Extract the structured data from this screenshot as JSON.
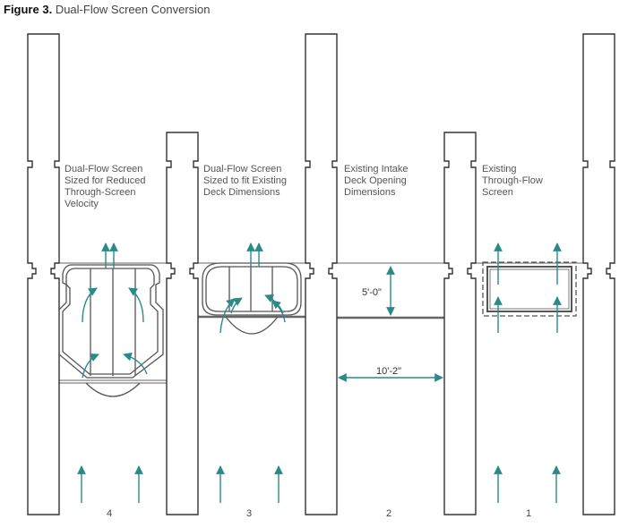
{
  "figure": {
    "label": "Figure 3.",
    "title": "Dual-Flow Screen Conversion"
  },
  "panels": [
    {
      "number": "4",
      "label_lines": [
        "Dual-Flow Screen",
        "Sized for Reduced",
        "Through-Screen",
        "Velocity"
      ]
    },
    {
      "number": "3",
      "label_lines": [
        "Dual-Flow Screen",
        "Sized to fit Existing",
        "Deck Dimensions"
      ]
    },
    {
      "number": "2",
      "label_lines": [
        "Existing Intake",
        "Deck Opening",
        "Dimensions"
      ]
    },
    {
      "number": "1",
      "label_lines": [
        "Existing",
        "Through-Flow",
        "Screen"
      ]
    }
  ],
  "dimensions": {
    "height": "5'-0\"",
    "width": "10'-2\""
  },
  "colors": {
    "arrow": "#2a8a8a",
    "line": "#555555",
    "pier": "#333333"
  }
}
